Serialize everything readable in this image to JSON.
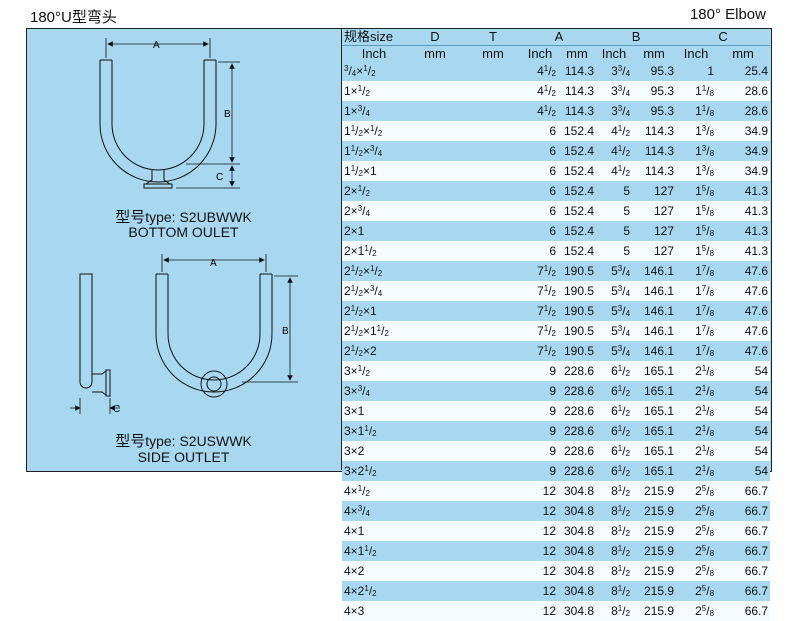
{
  "header": {
    "title_left": "180°U型弯头",
    "title_right": "180° Elbow"
  },
  "diagram": {
    "bottom": {
      "dim_a": "A",
      "dim_b": "B",
      "dim_c": "C",
      "type_label_zh": "型号",
      "type_label": "type: S2UBWWK",
      "outlet": "BOTTOM OULET"
    },
    "side": {
      "dim_a": "A",
      "dim_b": "B",
      "dim_c": "C",
      "type_label_zh": "型号",
      "type_label": "type: S2USWWK",
      "outlet": "SIDE OUTLET"
    }
  },
  "table": {
    "header1": [
      "规格size",
      "D",
      "T",
      "A",
      "B",
      "C"
    ],
    "header2": [
      "Inch",
      "mm",
      "mm",
      "Inch",
      "mm",
      "Inch",
      "mm",
      "Inch",
      "mm"
    ],
    "rows": [
      {
        "size": "3/4×1/2",
        "a_in": "4 1/2",
        "a_mm": "114.3",
        "b_in": "3 3/4",
        "b_mm": "95.3",
        "c_in": "1",
        "c_mm": "25.4"
      },
      {
        "size": "1×1/2",
        "a_in": "4 1/2",
        "a_mm": "114.3",
        "b_in": "3 3/4",
        "b_mm": "95.3",
        "c_in": "1 1/8",
        "c_mm": "28.6"
      },
      {
        "size": "1×3/4",
        "a_in": "4 1/2",
        "a_mm": "114.3",
        "b_in": "3 3/4",
        "b_mm": "95.3",
        "c_in": "1 1/8",
        "c_mm": "28.6"
      },
      {
        "size": "1 1/2×1/2",
        "a_in": "6",
        "a_mm": "152.4",
        "b_in": "4 1/2",
        "b_mm": "114.3",
        "c_in": "1 3/8",
        "c_mm": "34.9"
      },
      {
        "size": "1 1/2×3/4",
        "a_in": "6",
        "a_mm": "152.4",
        "b_in": "4 1/2",
        "b_mm": "114.3",
        "c_in": "1 3/8",
        "c_mm": "34.9"
      },
      {
        "size": "1 1/2×1",
        "a_in": "6",
        "a_mm": "152.4",
        "b_in": "4 1/2",
        "b_mm": "114.3",
        "c_in": "1 3/8",
        "c_mm": "34.9"
      },
      {
        "size": "2×1/2",
        "a_in": "6",
        "a_mm": "152.4",
        "b_in": "5",
        "b_mm": "127",
        "c_in": "1 5/8",
        "c_mm": "41.3"
      },
      {
        "size": "2×3/4",
        "a_in": "6",
        "a_mm": "152.4",
        "b_in": "5",
        "b_mm": "127",
        "c_in": "1 5/8",
        "c_mm": "41.3"
      },
      {
        "size": "2×1",
        "a_in": "6",
        "a_mm": "152.4",
        "b_in": "5",
        "b_mm": "127",
        "c_in": "1 5/8",
        "c_mm": "41.3"
      },
      {
        "size": "2×1 1/2",
        "a_in": "6",
        "a_mm": "152.4",
        "b_in": "5",
        "b_mm": "127",
        "c_in": "1 5/8",
        "c_mm": "41.3"
      },
      {
        "size": "2 1/2×1/2",
        "a_in": "7 1/2",
        "a_mm": "190.5",
        "b_in": "5 3/4",
        "b_mm": "146.1",
        "c_in": "1 7/8",
        "c_mm": "47.6"
      },
      {
        "size": "2 1/2×3/4",
        "a_in": "7 1/2",
        "a_mm": "190.5",
        "b_in": "5 3/4",
        "b_mm": "146.1",
        "c_in": "1 7/8",
        "c_mm": "47.6"
      },
      {
        "size": "2 1/2×1",
        "a_in": "7 1/2",
        "a_mm": "190.5",
        "b_in": "5 3/4",
        "b_mm": "146.1",
        "c_in": "1 7/8",
        "c_mm": "47.6"
      },
      {
        "size": "2 1/2×1 1/2",
        "a_in": "7 1/2",
        "a_mm": "190.5",
        "b_in": "5 3/4",
        "b_mm": "146.1",
        "c_in": "1 7/8",
        "c_mm": "47.6"
      },
      {
        "size": "2 1/2×2",
        "a_in": "7 1/2",
        "a_mm": "190.5",
        "b_in": "5 3/4",
        "b_mm": "146.1",
        "c_in": "1 7/8",
        "c_mm": "47.6"
      },
      {
        "size": "3×1/2",
        "a_in": "9",
        "a_mm": "228.6",
        "b_in": "6 1/2",
        "b_mm": "165.1",
        "c_in": "2 1/8",
        "c_mm": "54"
      },
      {
        "size": "3×3/4",
        "a_in": "9",
        "a_mm": "228.6",
        "b_in": "6 1/2",
        "b_mm": "165.1",
        "c_in": "2 1/8",
        "c_mm": "54"
      },
      {
        "size": "3×1",
        "a_in": "9",
        "a_mm": "228.6",
        "b_in": "6 1/2",
        "b_mm": "165.1",
        "c_in": "2 1/8",
        "c_mm": "54"
      },
      {
        "size": "3×1 1/2",
        "a_in": "9",
        "a_mm": "228.6",
        "b_in": "6 1/2",
        "b_mm": "165.1",
        "c_in": "2 1/8",
        "c_mm": "54"
      },
      {
        "size": "3×2",
        "a_in": "9",
        "a_mm": "228.6",
        "b_in": "6 1/2",
        "b_mm": "165.1",
        "c_in": "2 1/8",
        "c_mm": "54"
      },
      {
        "size": "3×2 1/2",
        "a_in": "9",
        "a_mm": "228.6",
        "b_in": "6 1/2",
        "b_mm": "165.1",
        "c_in": "2 1/8",
        "c_mm": "54"
      },
      {
        "size": "4×1/2",
        "a_in": "12",
        "a_mm": "304.8",
        "b_in": "8 1/2",
        "b_mm": "215.9",
        "c_in": "2 5/8",
        "c_mm": "66.7"
      },
      {
        "size": "4×3/4",
        "a_in": "12",
        "a_mm": "304.8",
        "b_in": "8 1/2",
        "b_mm": "215.9",
        "c_in": "2 5/8",
        "c_mm": "66.7"
      },
      {
        "size": "4×1",
        "a_in": "12",
        "a_mm": "304.8",
        "b_in": "8 1/2",
        "b_mm": "215.9",
        "c_in": "2 5/8",
        "c_mm": "66.7"
      },
      {
        "size": "4×1 1/2",
        "a_in": "12",
        "a_mm": "304.8",
        "b_in": "8 1/2",
        "b_mm": "215.9",
        "c_in": "2 5/8",
        "c_mm": "66.7"
      },
      {
        "size": "4×2",
        "a_in": "12",
        "a_mm": "304.8",
        "b_in": "8 1/2",
        "b_mm": "215.9",
        "c_in": "2 5/8",
        "c_mm": "66.7"
      },
      {
        "size": "4×2 1/2",
        "a_in": "12",
        "a_mm": "304.8",
        "b_in": "8 1/2",
        "b_mm": "215.9",
        "c_in": "2 5/8",
        "c_mm": "66.7"
      },
      {
        "size": "4×3",
        "a_in": "12",
        "a_mm": "304.8",
        "b_in": "8 1/2",
        "b_mm": "215.9",
        "c_in": "2 5/8",
        "c_mm": "66.7"
      }
    ]
  }
}
